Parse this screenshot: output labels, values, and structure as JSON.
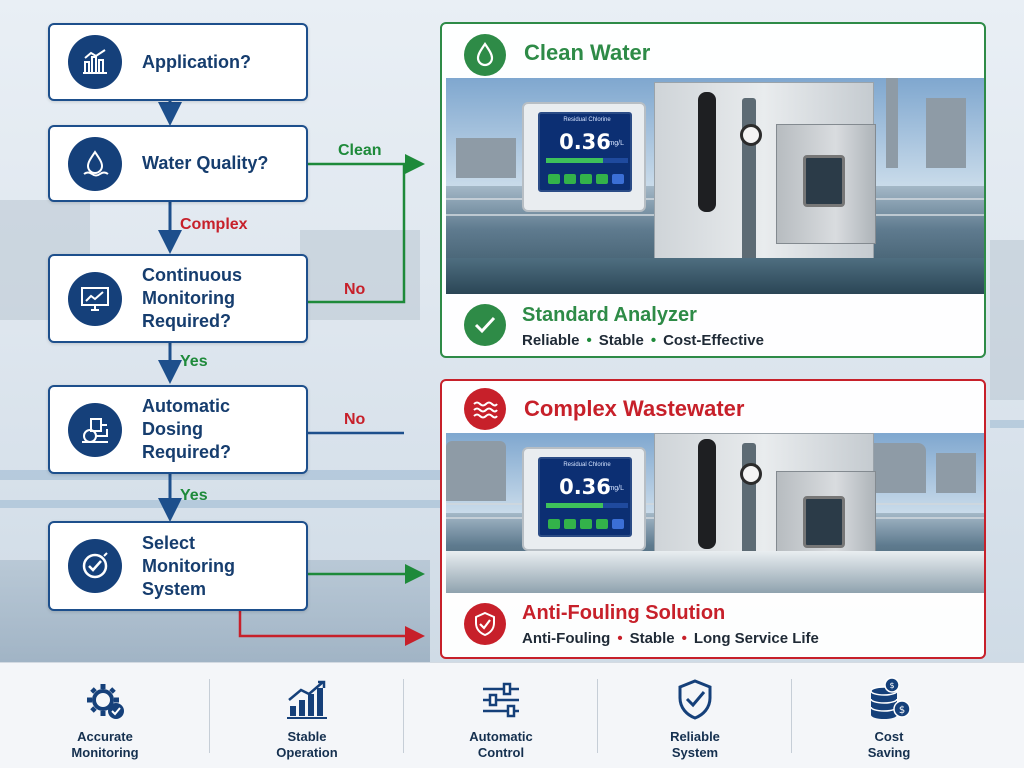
{
  "flow": {
    "steps": [
      {
        "label": "Application?",
        "icon": "chart-icon"
      },
      {
        "label": "Water Quality?",
        "icon": "water-drop-icon"
      },
      {
        "label": "Continuous\nMonitoring\nRequired?",
        "icon": "monitor-chart-icon"
      },
      {
        "label": "Automatic\nDosing\nRequired?",
        "icon": "dosing-pump-icon"
      },
      {
        "label": "Select\nMonitoring\nSystem",
        "icon": "check-circle-icon"
      }
    ],
    "branches": {
      "clean": "Clean",
      "complex": "Complex",
      "no_continuous": "No",
      "yes_continuous": "Yes",
      "no_dosing": "No",
      "yes_dosing": "Yes"
    }
  },
  "clean_panel": {
    "title": "Clean Water",
    "icon": "water-drop-icon",
    "solution_title": "Standard Analyzer",
    "solution_icon": "check-mark-icon",
    "features": [
      "Reliable",
      "Stable",
      "Cost-Effective"
    ],
    "accent": "#2e8b47"
  },
  "complex_panel": {
    "title": "Complex Wastewater",
    "icon": "waves-icon",
    "solution_title": "Anti-Fouling Solution",
    "solution_icon": "shield-check-icon",
    "features": [
      "Anti-Fouling",
      "Stable",
      "Long Service Life"
    ],
    "accent": "#c7202a"
  },
  "device_screen": {
    "title": "Residual Chlorine",
    "value": "0.36",
    "unit": "mg/L"
  },
  "benefits": [
    {
      "label": "Accurate\nMonitoring",
      "icon": "gear-check-icon"
    },
    {
      "label": "Stable\nOperation",
      "icon": "bar-chart-up-icon"
    },
    {
      "label": "Automatic\nControl",
      "icon": "sliders-icon"
    },
    {
      "label": "Reliable\nSystem",
      "icon": "shield-check-icon"
    },
    {
      "label": "Cost\nSaving",
      "icon": "coins-icon"
    }
  ],
  "colors": {
    "navy": "#15407a",
    "green": "#1e8a3a",
    "red": "#c7202a"
  }
}
